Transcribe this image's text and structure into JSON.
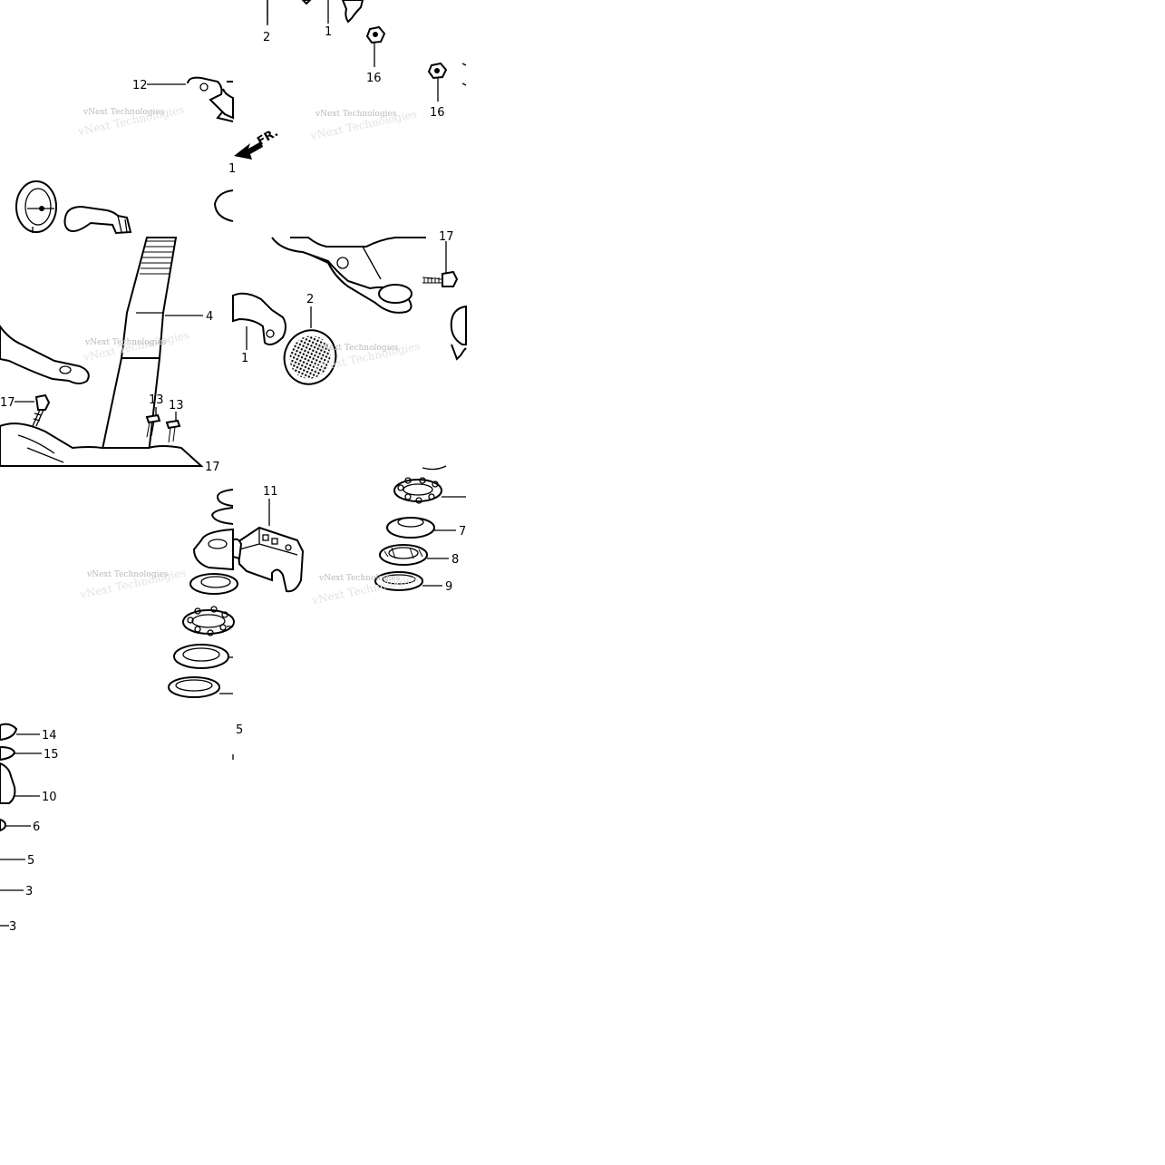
{
  "diagram": {
    "labels": [
      "1",
      "2",
      "4",
      "5",
      "6",
      "7",
      "8",
      "9",
      "10",
      "11",
      "12",
      "13",
      "14",
      "15",
      "16",
      "17"
    ],
    "direction_marker": "FR.",
    "watermark": "vNext Technologies"
  }
}
